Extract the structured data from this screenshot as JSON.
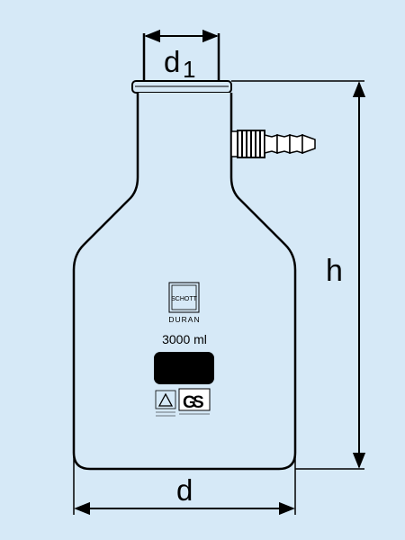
{
  "dimensions": {
    "neck_diameter_label": "d",
    "neck_diameter_subscript": "1",
    "height_label": "h",
    "body_diameter_label": "d"
  },
  "bottle": {
    "volume_label": "3000 ml",
    "brand_logo_text": "SCHOTT",
    "material_text": "DURAN"
  },
  "colors": {
    "background": "#d6e9f7",
    "line": "#000000",
    "glass": "#d6e9f7"
  }
}
